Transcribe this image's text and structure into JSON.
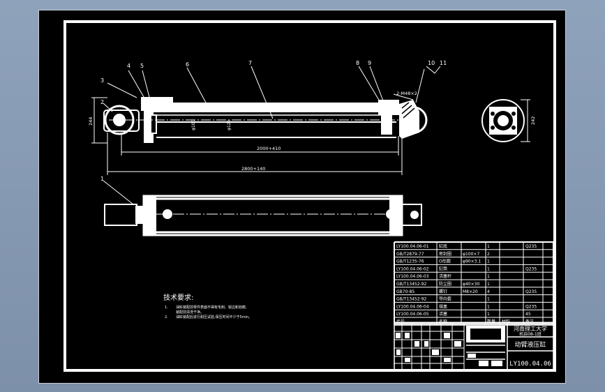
{
  "balloons": [
    "4",
    "5",
    "6",
    "7",
    "8",
    "9",
    "10",
    "11",
    "3",
    "2",
    "1"
  ],
  "dims": {
    "bore": "φ100",
    "rod": "φ125",
    "stroke": "2000+410",
    "overall": "2800+140",
    "height": "244",
    "port": "2-M48×2",
    "end_view": "242"
  },
  "tech_req": {
    "title": "技术要求:",
    "items": [
      {
        "num": "1.",
        "text": "油缸装配前零件表面不得有毛刺、锐边和划痕,",
        "text2": "装配前清洗干净。"
      },
      {
        "num": "2.",
        "text": "油缸装配后进行耐压试验,保压时间不少于5min。"
      }
    ]
  },
  "bom": {
    "rows": [
      [
        "LY100.04.06-01",
        "缸底",
        "",
        "1",
        "",
        "Q235"
      ],
      [
        "GB/T2879-77",
        "密封圈",
        "φ100×7",
        "2",
        "",
        ""
      ],
      [
        "GB/T1235-76",
        "O形圈",
        "φ90×3.1",
        "1",
        "",
        ""
      ],
      [
        "LY100.04.06-02",
        "缸筒",
        "",
        "1",
        "",
        "Q235"
      ],
      [
        "LY100.04.06-03",
        "活塞杆",
        "",
        "1",
        "",
        ""
      ],
      [
        "GB/T13452-92",
        "防尘圈",
        "φ40×30",
        "1",
        "",
        ""
      ],
      [
        "GB70-85",
        "螺钉",
        "M8×20",
        "4",
        "",
        "Q235"
      ],
      [
        "GB/T13452-92",
        "导向套",
        "",
        "1",
        "",
        ""
      ],
      [
        "LY100.04.06-04",
        "端盖",
        "",
        "1",
        "",
        "Q235"
      ],
      [
        "LY100.04.06-05",
        "活塞",
        "",
        "1",
        "",
        "45"
      ]
    ],
    "header": [
      "代号",
      "名称",
      "",
      "数量",
      "材料",
      "备注"
    ]
  },
  "title_block": {
    "school": "河南理工大学",
    "class": "机自08-1班",
    "name": "动臂液压缸",
    "code": "LY100.04.06"
  }
}
